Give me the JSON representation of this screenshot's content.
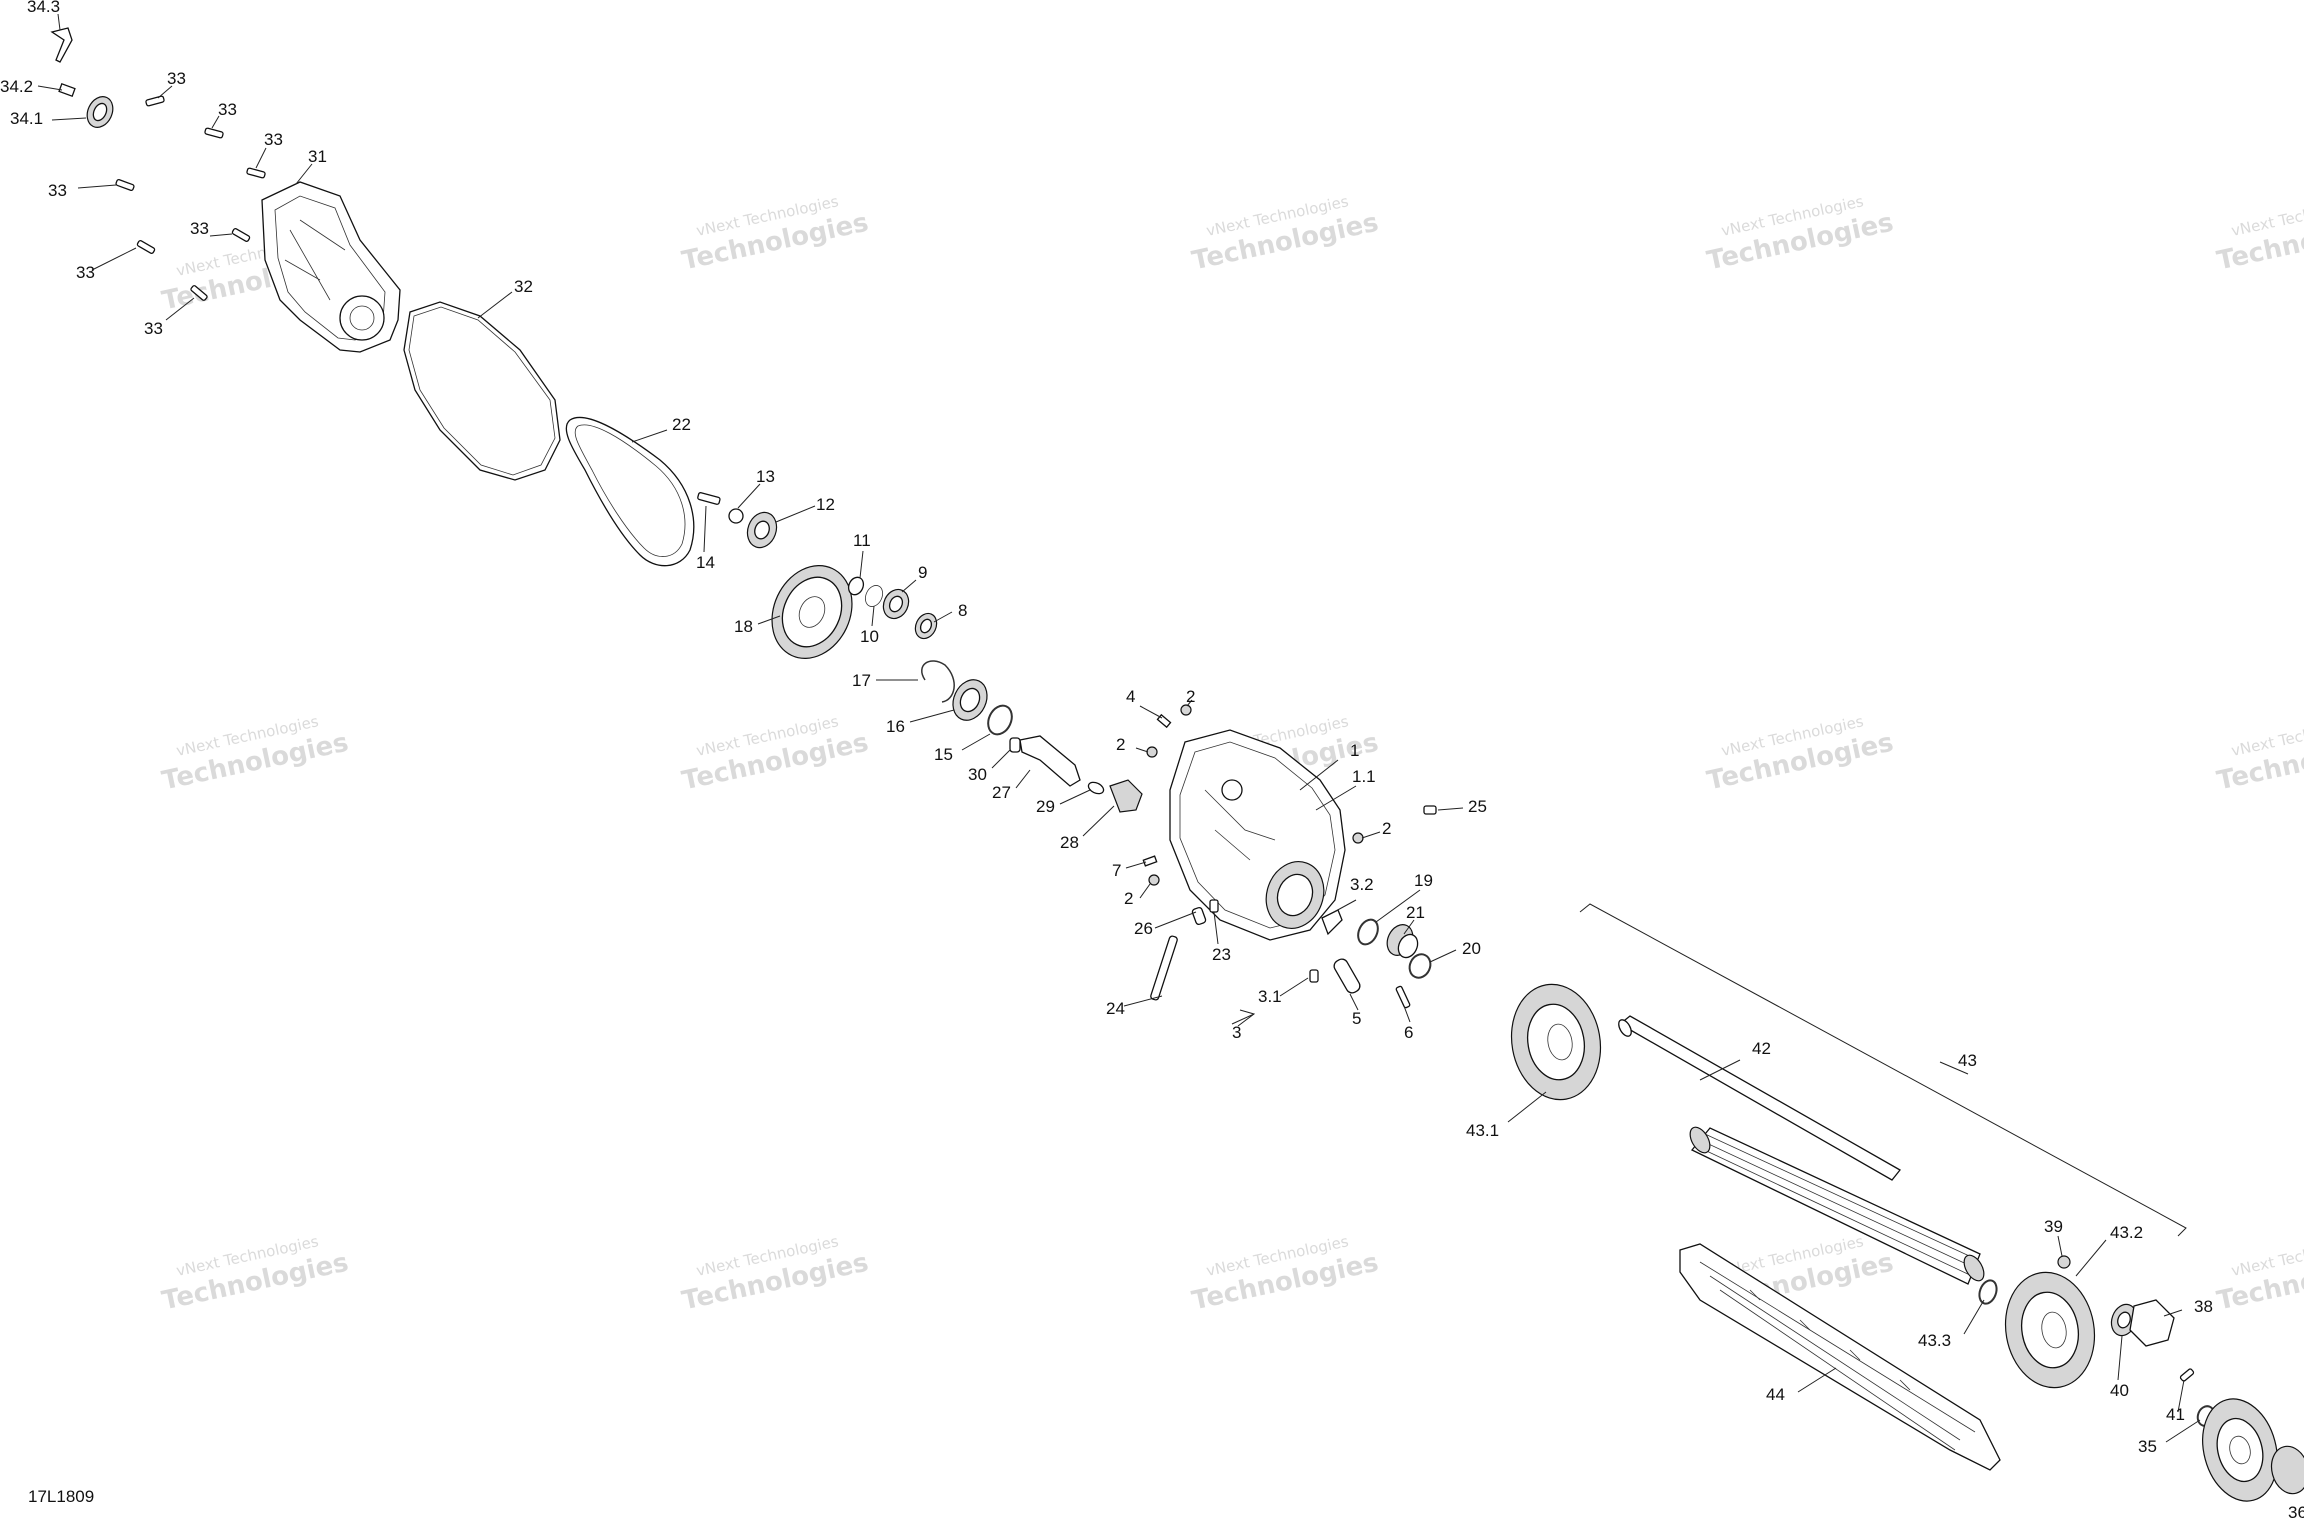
{
  "diagram_id": "17L1809",
  "watermark": {
    "line1": "vNext Technologies",
    "line2": "Technologies"
  },
  "callouts": [
    "34.3",
    "34.2",
    "34.1",
    "33",
    "31",
    "32",
    "22",
    "13",
    "12",
    "14",
    "11",
    "9",
    "8",
    "10",
    "18",
    "17",
    "16",
    "15",
    "30",
    "27",
    "29",
    "28",
    "4",
    "2",
    "1",
    "1.1",
    "25",
    "7",
    "26",
    "23",
    "24",
    "3.2",
    "19",
    "21",
    "20",
    "3.1",
    "3",
    "5",
    "6",
    "42",
    "43",
    "43.1",
    "39",
    "43.2",
    "38",
    "43.3",
    "40",
    "44",
    "41",
    "35",
    "36"
  ]
}
